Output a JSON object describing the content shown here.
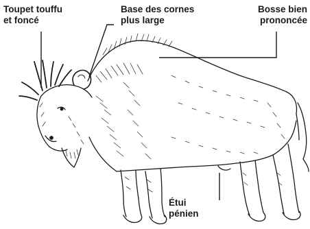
{
  "callouts": {
    "toupet": {
      "line1": "Toupet touffu",
      "line2": "et foncé"
    },
    "base_cornes": {
      "line1": "Base des cornes",
      "line2": "plus large"
    },
    "bosse": {
      "line1": "Bosse bien",
      "line2": "prononcée"
    },
    "etui": {
      "line1": "Étui",
      "line2": "pénien"
    }
  },
  "colors": {
    "ink": "#1a1a1a",
    "leader": "#1a1a1a",
    "background": "#ffffff"
  },
  "illustration": {
    "subject": "bison-sketch",
    "style": "pen-and-ink-hatching"
  }
}
